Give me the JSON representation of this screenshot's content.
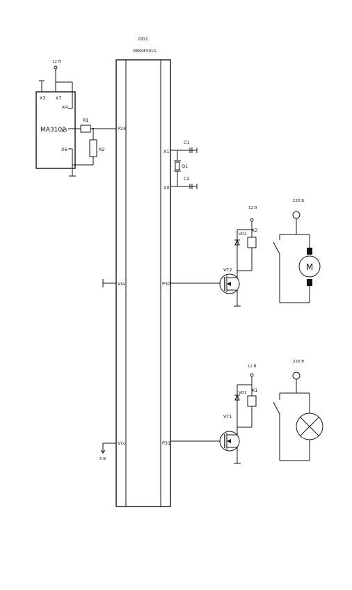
{
  "mcu": {
    "ref": "DD1",
    "part": "MB90F591G",
    "pins": {
      "p24": "P24",
      "x1": "X1",
      "x0": "X0",
      "vss": "Vss",
      "p30": "P30",
      "vcc": "Vcc",
      "p31": "P31"
    }
  },
  "sensor": {
    "part": "MA3102",
    "pins": {
      "x3": "X3",
      "x7": "X7",
      "x4": "X4",
      "x5": "X5",
      "x6": "X6"
    },
    "supply": "12 В"
  },
  "passives": {
    "r1": "R1",
    "r2": "R2",
    "c1": "C1",
    "c2": "C2",
    "q1": "Q1"
  },
  "power": {
    "vcc_supply": "5 В"
  },
  "channel_motor": {
    "transistor": "VT2",
    "diode": "VD2",
    "relay": "K2",
    "supply": "12 В",
    "mains": "220 В",
    "motor_label": "M"
  },
  "channel_lamp": {
    "transistor": "VT1",
    "diode": "VD1",
    "relay": "K1",
    "supply": "12 В",
    "mains": "220 В"
  }
}
